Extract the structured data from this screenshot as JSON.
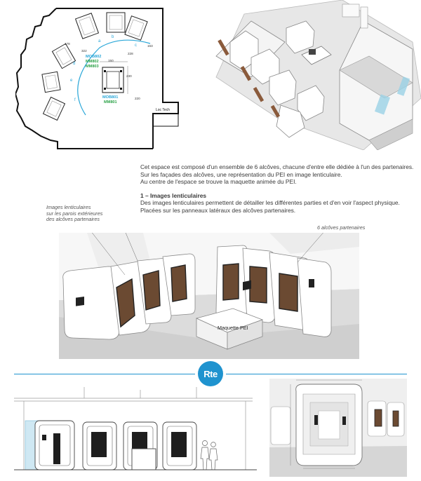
{
  "plan": {
    "alcove_letters": [
      "a",
      "b",
      "c",
      "d",
      "e",
      "f"
    ],
    "dims": [
      "178",
      "322",
      "163",
      "228",
      "150",
      "230",
      "220"
    ],
    "labels_blue": [
      "MOB802",
      "MOB801"
    ],
    "labels_green": [
      "MM802",
      "MM803",
      "MM801"
    ],
    "room_label": "Loc Tech"
  },
  "text": {
    "p1": "Cet espace est composé d'un ensemble de 6 alcôves, chacune d'entre elle dédiée à l'un des partenaires.",
    "p2": "Sur les façades des alcôves, une représentation du PEI en image lenticulaire.",
    "p3": "Au centre de l'espace se trouve la maquette animée du PEI.",
    "heading": "1 – Images lenticulaires",
    "p4": "Des images lenticulaires permettent de détailler les différentes parties et d'en voir l'aspect physique.",
    "p5": "Placées sur les panneaux latéraux des alcôves partenaires."
  },
  "annotations": {
    "left_line1": "Images lenticulaires",
    "left_line2": "sur les parois extérieures",
    "left_line3": "des alcôves partenaires",
    "right": "6 alcôves partenaires",
    "maquette": "Maquette PEI"
  },
  "logo": {
    "text": "Rte",
    "color": "#1f93cf"
  }
}
